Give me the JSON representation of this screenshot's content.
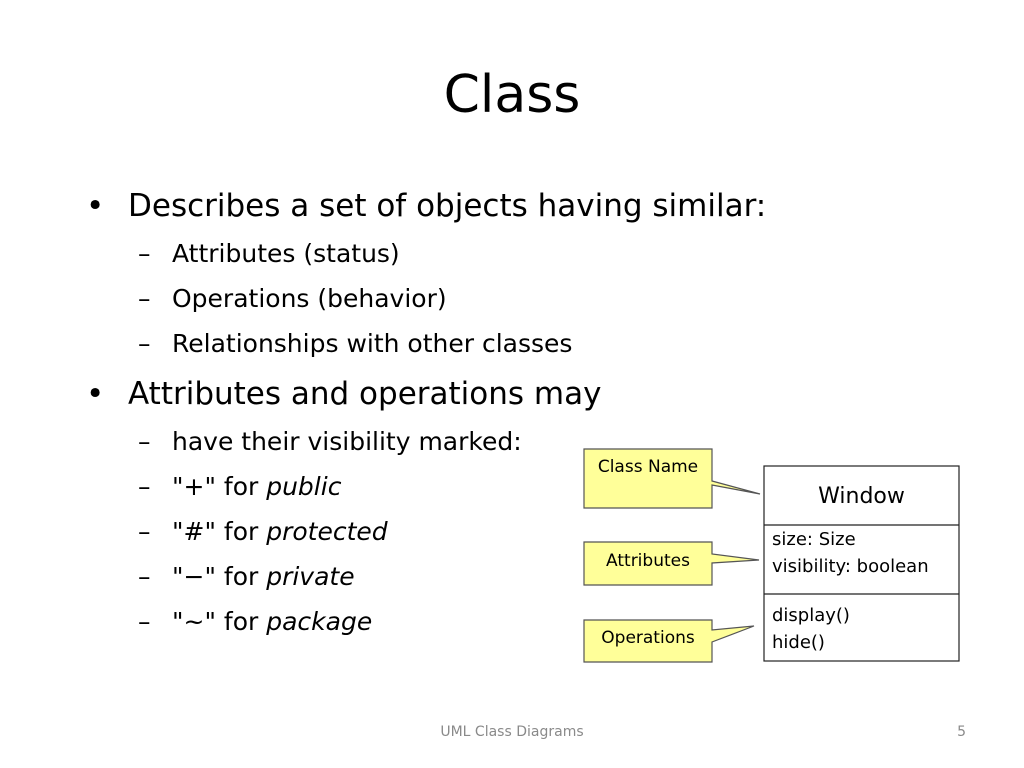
{
  "slide": {
    "title": "Class",
    "bullets": [
      {
        "marker": "•",
        "text": "Describes a set of objects having similar:",
        "sub": [
          {
            "marker": "–",
            "text": "Attributes (status)"
          },
          {
            "marker": "–",
            "text": "Operations (behavior)"
          },
          {
            "marker": "–",
            "text": "Relationships with other classes"
          }
        ]
      },
      {
        "marker": "•",
        "text": "Attributes and operations may",
        "sub": [
          {
            "marker": "–",
            "text": "have their visibility marked:"
          },
          {
            "marker": "–",
            "prefix": "\"+\" for ",
            "emph": "public"
          },
          {
            "marker": "–",
            "prefix": "\"#\" for ",
            "emph": "protected"
          },
          {
            "marker": "–",
            "prefix": "\"−\" for ",
            "emph": "private"
          },
          {
            "marker": "–",
            "prefix": "\"~\" for ",
            "emph": "package"
          }
        ]
      }
    ]
  },
  "diagram": {
    "callouts": {
      "class_name": "Class Name",
      "attributes": "Attributes",
      "operations": "Operations"
    },
    "uml_class": {
      "name": "Window",
      "attributes": [
        "size: Size",
        "visibility: boolean"
      ],
      "operations": [
        "display()",
        "hide()"
      ]
    },
    "colors": {
      "callout_fill": "#ffff99",
      "callout_border": "#555555",
      "box_border": "#222222"
    }
  },
  "footer": {
    "center": "UML Class Diagrams",
    "page_number": "5"
  }
}
